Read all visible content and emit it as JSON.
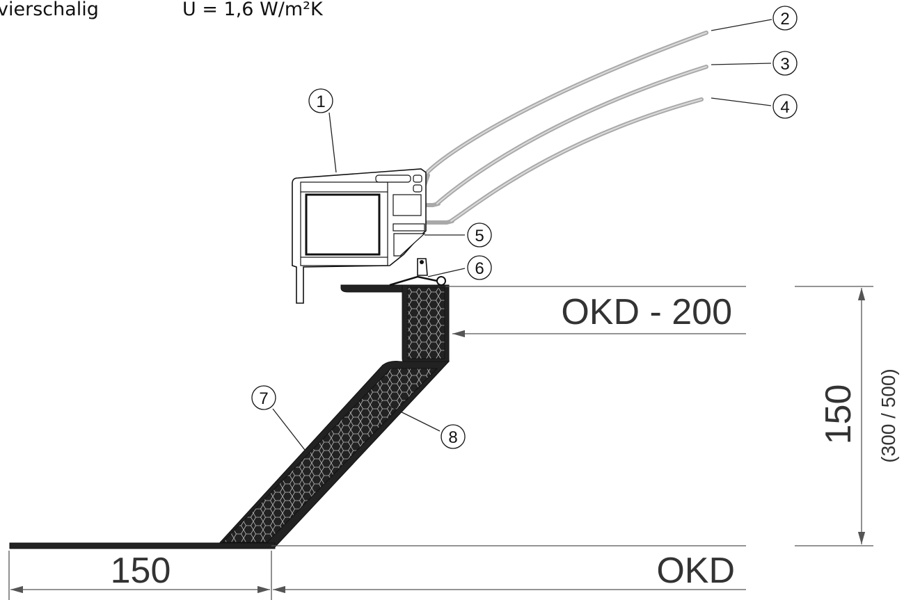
{
  "header": {
    "label": "vierschalig",
    "u_value": "U = 1,6 W/m²K"
  },
  "callouts": [
    "1",
    "2",
    "3",
    "4",
    "5",
    "6",
    "7",
    "8"
  ],
  "dimensions": {
    "okd_minus": "OKD - 200",
    "okd": "OKD",
    "width": "150",
    "height": "150",
    "height_alt": "(300 / 500)"
  },
  "colors": {
    "line": "#111111",
    "glazing": "#a9a9a9",
    "insulation_hatch": "#bdbdbd",
    "dimension": "#555555"
  }
}
